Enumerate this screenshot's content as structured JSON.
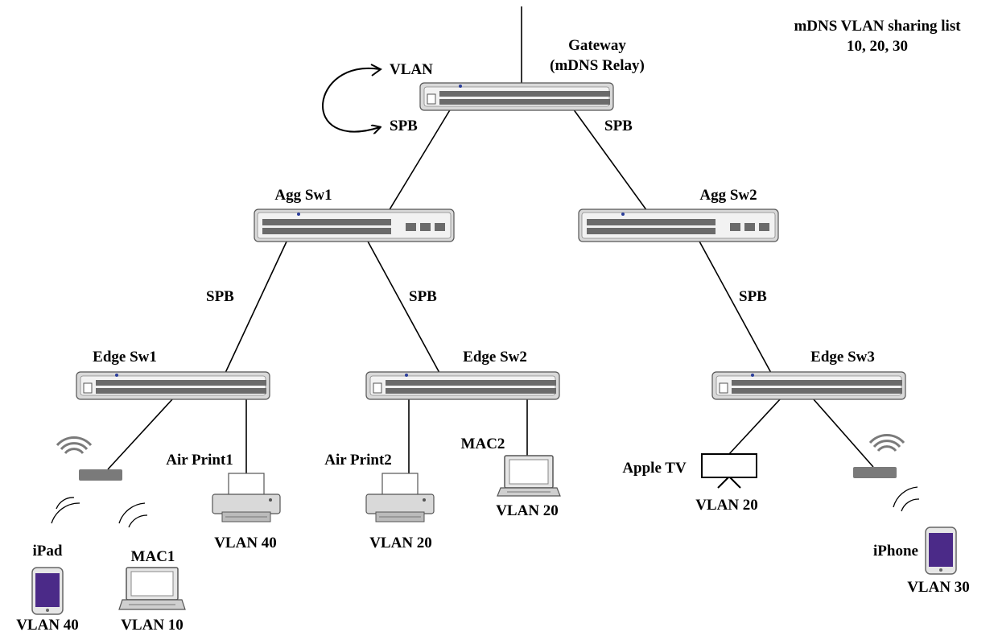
{
  "gateway": {
    "label_line1": "Gateway",
    "label_line2": "(mDNS Relay)"
  },
  "sharing_list": {
    "line1": "mDNS VLAN sharing list",
    "line2": "10, 20, 30"
  },
  "loop": {
    "top_label": "VLAN",
    "bottom_label": "SPB"
  },
  "link_labels": {
    "gateway_agg2": "SPB",
    "agg1_edge1": "SPB",
    "agg1_edge2": "SPB",
    "agg2_edge3": "SPB"
  },
  "switches": {
    "agg1": "Agg Sw1",
    "agg2": "Agg Sw2",
    "edge1": "Edge Sw1",
    "edge2": "Edge Sw2",
    "edge3": "Edge Sw3"
  },
  "devices": {
    "airprint1": {
      "name": "Air Print1",
      "vlan": "VLAN 40"
    },
    "airprint2": {
      "name": "Air Print2",
      "vlan": "VLAN 20"
    },
    "mac2": {
      "name": "MAC2",
      "vlan": "VLAN 20"
    },
    "appletv": {
      "name": "Apple TV",
      "vlan": "VLAN 20"
    },
    "ipad": {
      "name": "iPad",
      "vlan": "VLAN 40"
    },
    "mac1": {
      "name": "MAC1",
      "vlan": "VLAN 10"
    },
    "iphone": {
      "name": "iPhone",
      "vlan": "VLAN 30"
    }
  },
  "colors": {
    "line": "#000000",
    "switch_body": "#d9d9d9",
    "ports": "#6b6b6b",
    "access_point": "#7a7a7a",
    "phone_screen": "#4b2a88",
    "port_accent": "#2a3d9a"
  }
}
